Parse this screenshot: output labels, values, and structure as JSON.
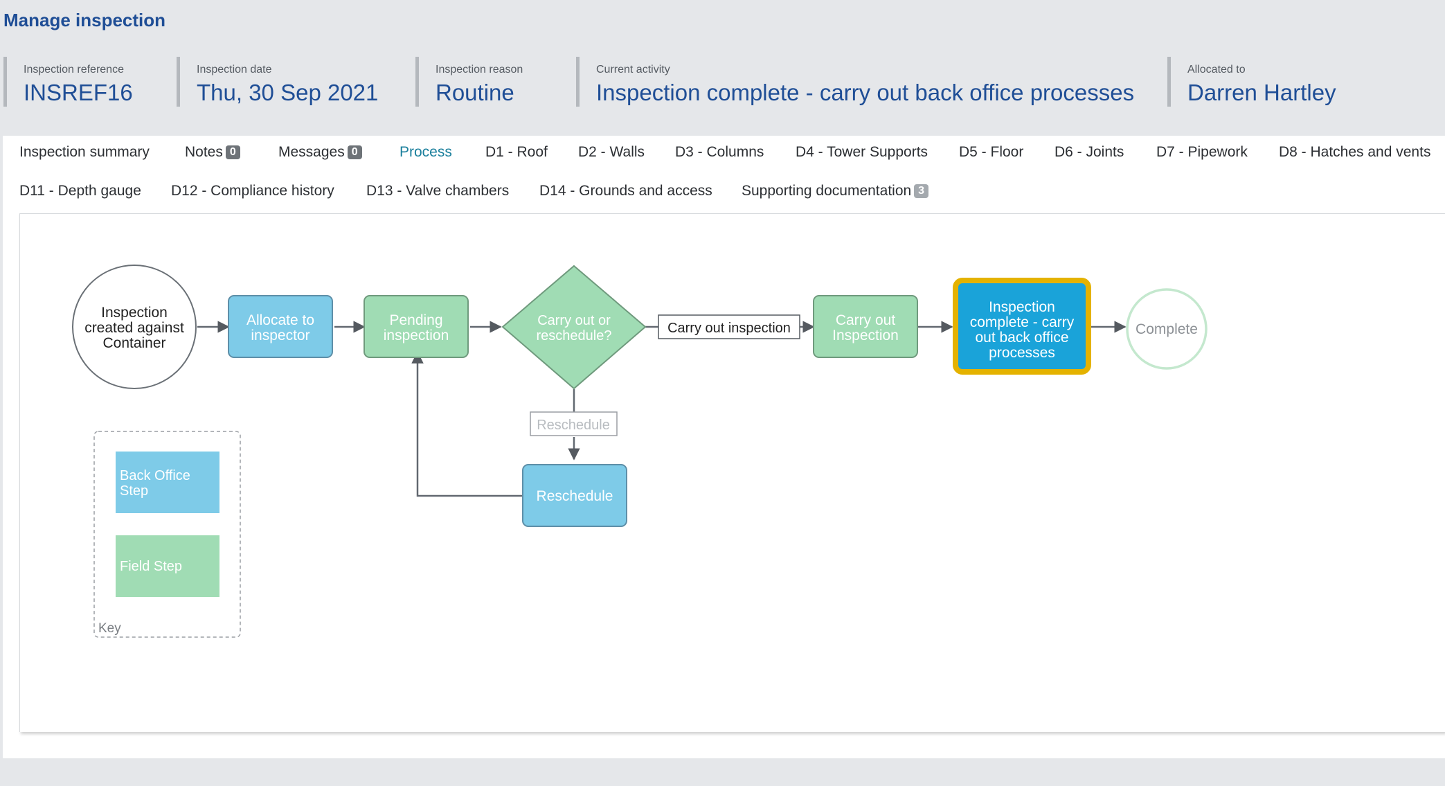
{
  "page": {
    "title": "Manage inspection"
  },
  "summary": [
    {
      "label": "Inspection reference",
      "value": "INSREF16"
    },
    {
      "label": "Inspection date",
      "value": "Thu, 30 Sep 2021"
    },
    {
      "label": "Inspection reason",
      "value": "Routine"
    },
    {
      "label": "Current activity",
      "value": "Inspection complete - carry out back office processes"
    },
    {
      "label": "Allocated to",
      "value": "Darren Hartley"
    }
  ],
  "tabs": [
    {
      "label": "Inspection summary"
    },
    {
      "label": "Notes",
      "badge": "0"
    },
    {
      "label": "Messages",
      "badge": "0"
    },
    {
      "label": "Process",
      "active": true
    },
    {
      "label": "D1 - Roof"
    },
    {
      "label": "D2 - Walls"
    },
    {
      "label": "D3 - Columns"
    },
    {
      "label": "D4 - Tower Supports"
    },
    {
      "label": "D5 - Floor"
    },
    {
      "label": "D6 - Joints"
    },
    {
      "label": "D7 - Pipework"
    },
    {
      "label": "D8 - Hatches and vents"
    },
    {
      "label": "D11 - Depth gauge"
    },
    {
      "label": "D12 - Compliance history"
    },
    {
      "label": "D13 - Valve chambers"
    },
    {
      "label": "D14 - Grounds and access"
    },
    {
      "label": "Supporting documentation",
      "badge": "3"
    }
  ],
  "diagram": {
    "start": [
      "Inspection",
      "created against",
      "Container"
    ],
    "allocate": [
      "Allocate to",
      "inspector"
    ],
    "pending": [
      "Pending",
      "inspection"
    ],
    "decision": [
      "Carry out or",
      "reschedule?"
    ],
    "edge_carry_out": "Carry out inspection",
    "carry_out": [
      "Carry out",
      "Inspection"
    ],
    "current": [
      "Inspection",
      "complete - carry",
      "out back office",
      "processes"
    ],
    "end": "Complete",
    "edge_reschedule": "Reschedule",
    "reschedule": "Reschedule",
    "key": {
      "title": "Key",
      "back_office": [
        "Back Office",
        "Step"
      ],
      "field": "Field Step"
    }
  },
  "colors": {
    "back_office": "#7ecbe8",
    "field": "#a0dcb4",
    "current": "#1aa3d9",
    "current_border": "#e4b200",
    "title": "#1f4e96",
    "active_tab": "#1a7f9c"
  }
}
